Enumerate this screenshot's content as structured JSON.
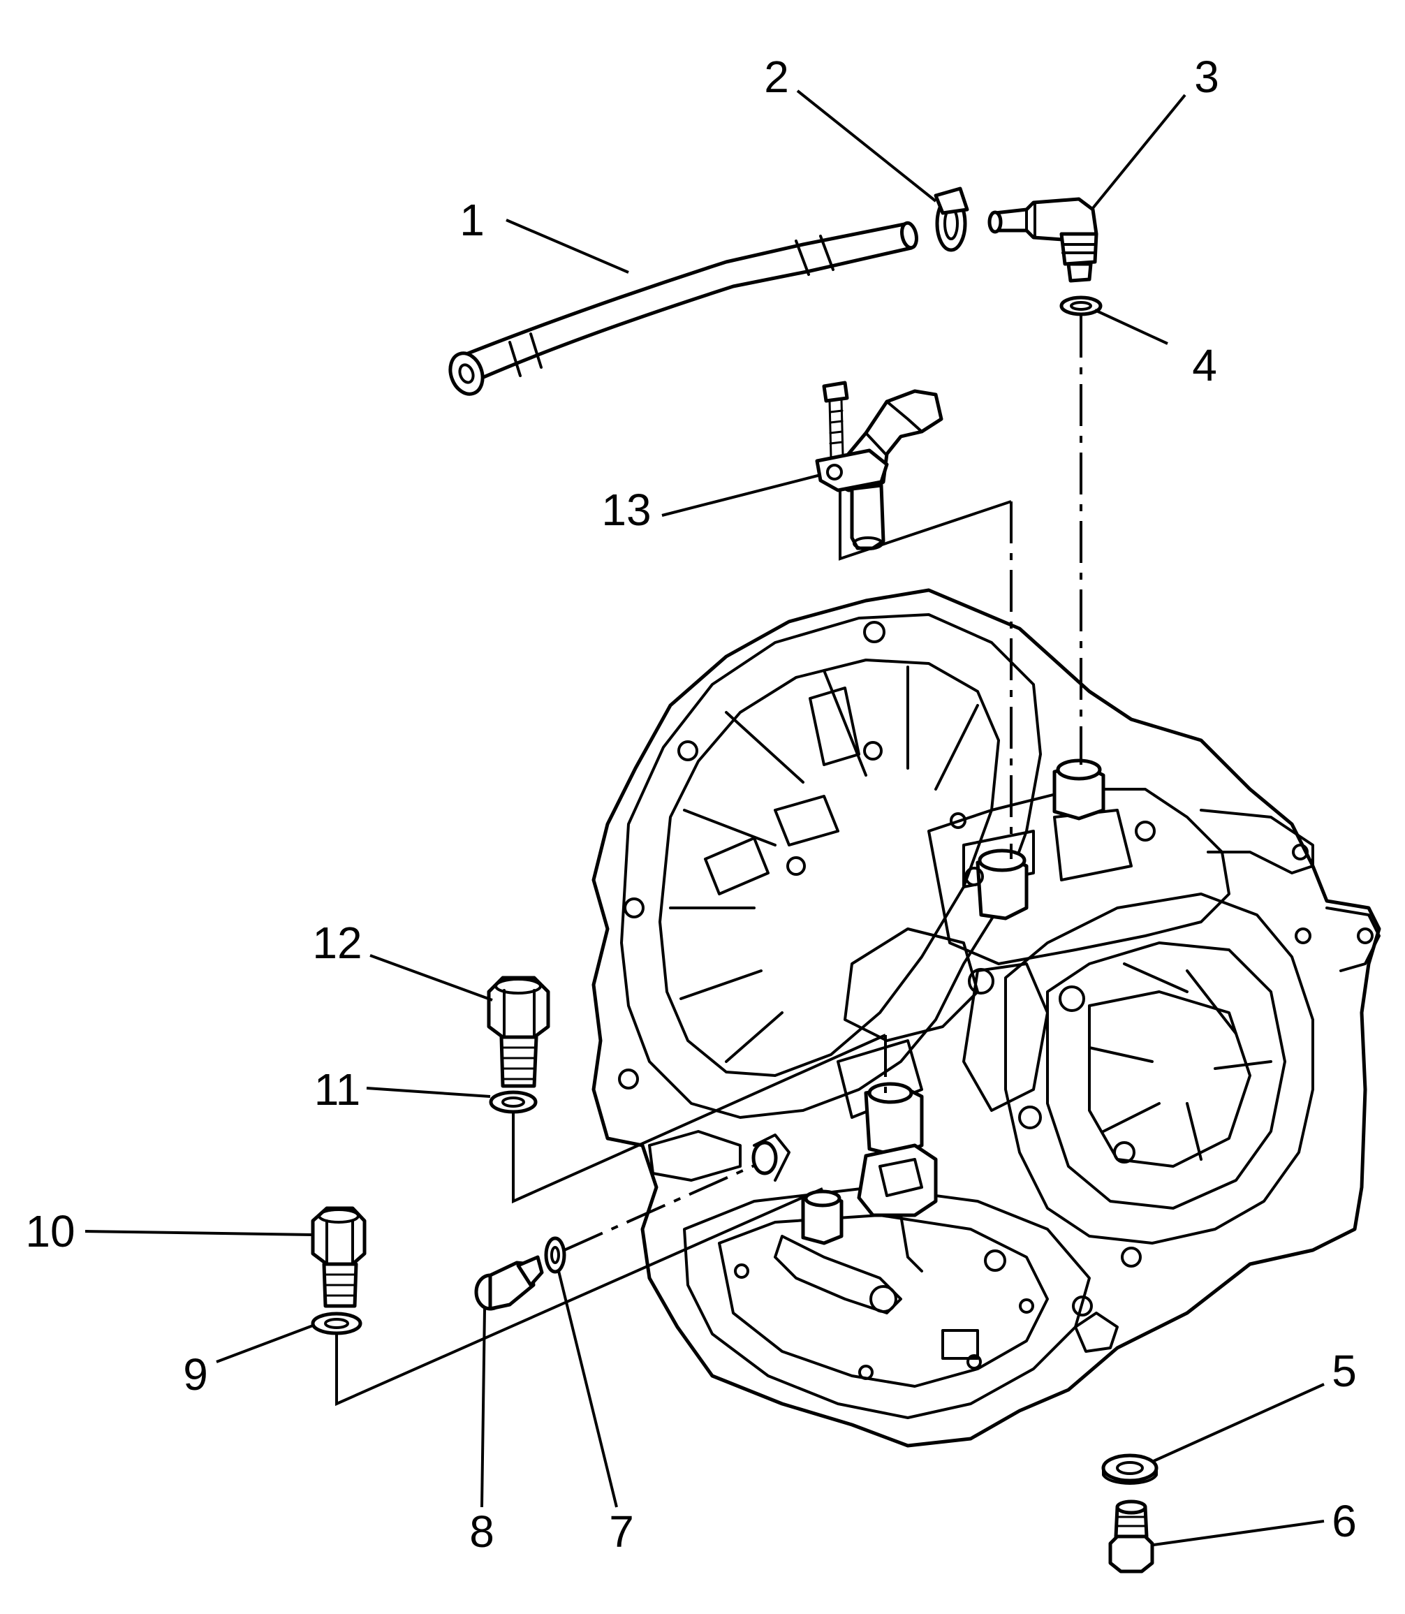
{
  "diagram": {
    "line_color": "#000000",
    "background": "#ffffff",
    "callouts": [
      {
        "id": "1",
        "label": "1"
      },
      {
        "id": "2",
        "label": "2"
      },
      {
        "id": "3",
        "label": "3"
      },
      {
        "id": "4",
        "label": "4"
      },
      {
        "id": "5",
        "label": "5"
      },
      {
        "id": "6",
        "label": "6"
      },
      {
        "id": "7",
        "label": "7"
      },
      {
        "id": "8",
        "label": "8"
      },
      {
        "id": "9",
        "label": "9"
      },
      {
        "id": "10",
        "label": "10"
      },
      {
        "id": "11",
        "label": "11"
      },
      {
        "id": "12",
        "label": "12"
      },
      {
        "id": "13",
        "label": "13"
      }
    ]
  }
}
